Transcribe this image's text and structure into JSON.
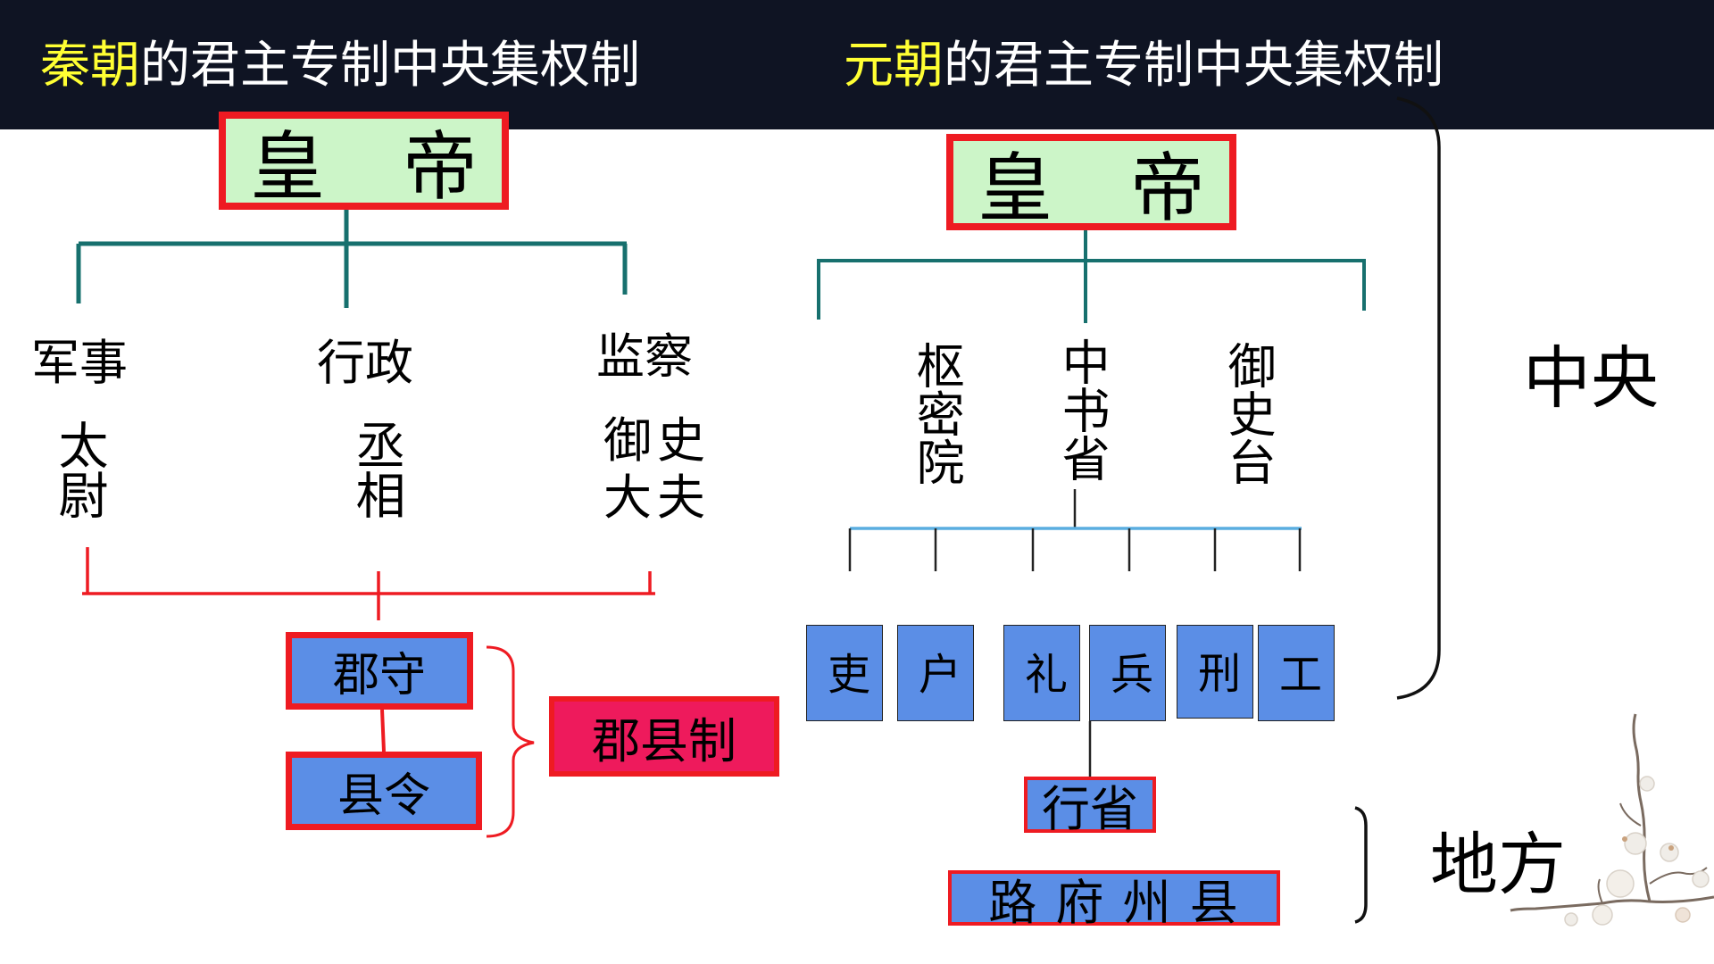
{
  "header": {
    "qin_title_highlight": "秦朝",
    "qin_title_rest": "的君主专制中央集权制",
    "yuan_title_highlight": "元朝",
    "yuan_title_rest": "的君主专制中央集权制"
  },
  "qin": {
    "emperor": "皇 帝",
    "branches": [
      {
        "category": "军事",
        "official": "太尉"
      },
      {
        "category": "行政",
        "official": "丞相"
      },
      {
        "category": "监察",
        "official": "御史\n大夫"
      }
    ],
    "local_upper": "郡守",
    "local_lower": "县令",
    "system_label": "郡县制"
  },
  "yuan": {
    "emperor": "皇 帝",
    "central_organs": [
      "枢密院",
      "中书省",
      "御史台"
    ],
    "ministries": [
      "吏",
      "户",
      "礼",
      "兵",
      "刑",
      "工"
    ],
    "province": "行省",
    "local_levels": "路 府 州 县"
  },
  "labels": {
    "central": "中央",
    "local": "地方"
  },
  "colors": {
    "header_bg": "#0f1423",
    "title_highlight": "#ffff33",
    "emperor_fill": "#ccf5c8",
    "red_border": "#ee1b22",
    "blue_fill": "#5b8ee6",
    "pink_fill": "#ee1a5c",
    "teal_line": "#17706e",
    "light_blue_line": "#5aaee0"
  }
}
